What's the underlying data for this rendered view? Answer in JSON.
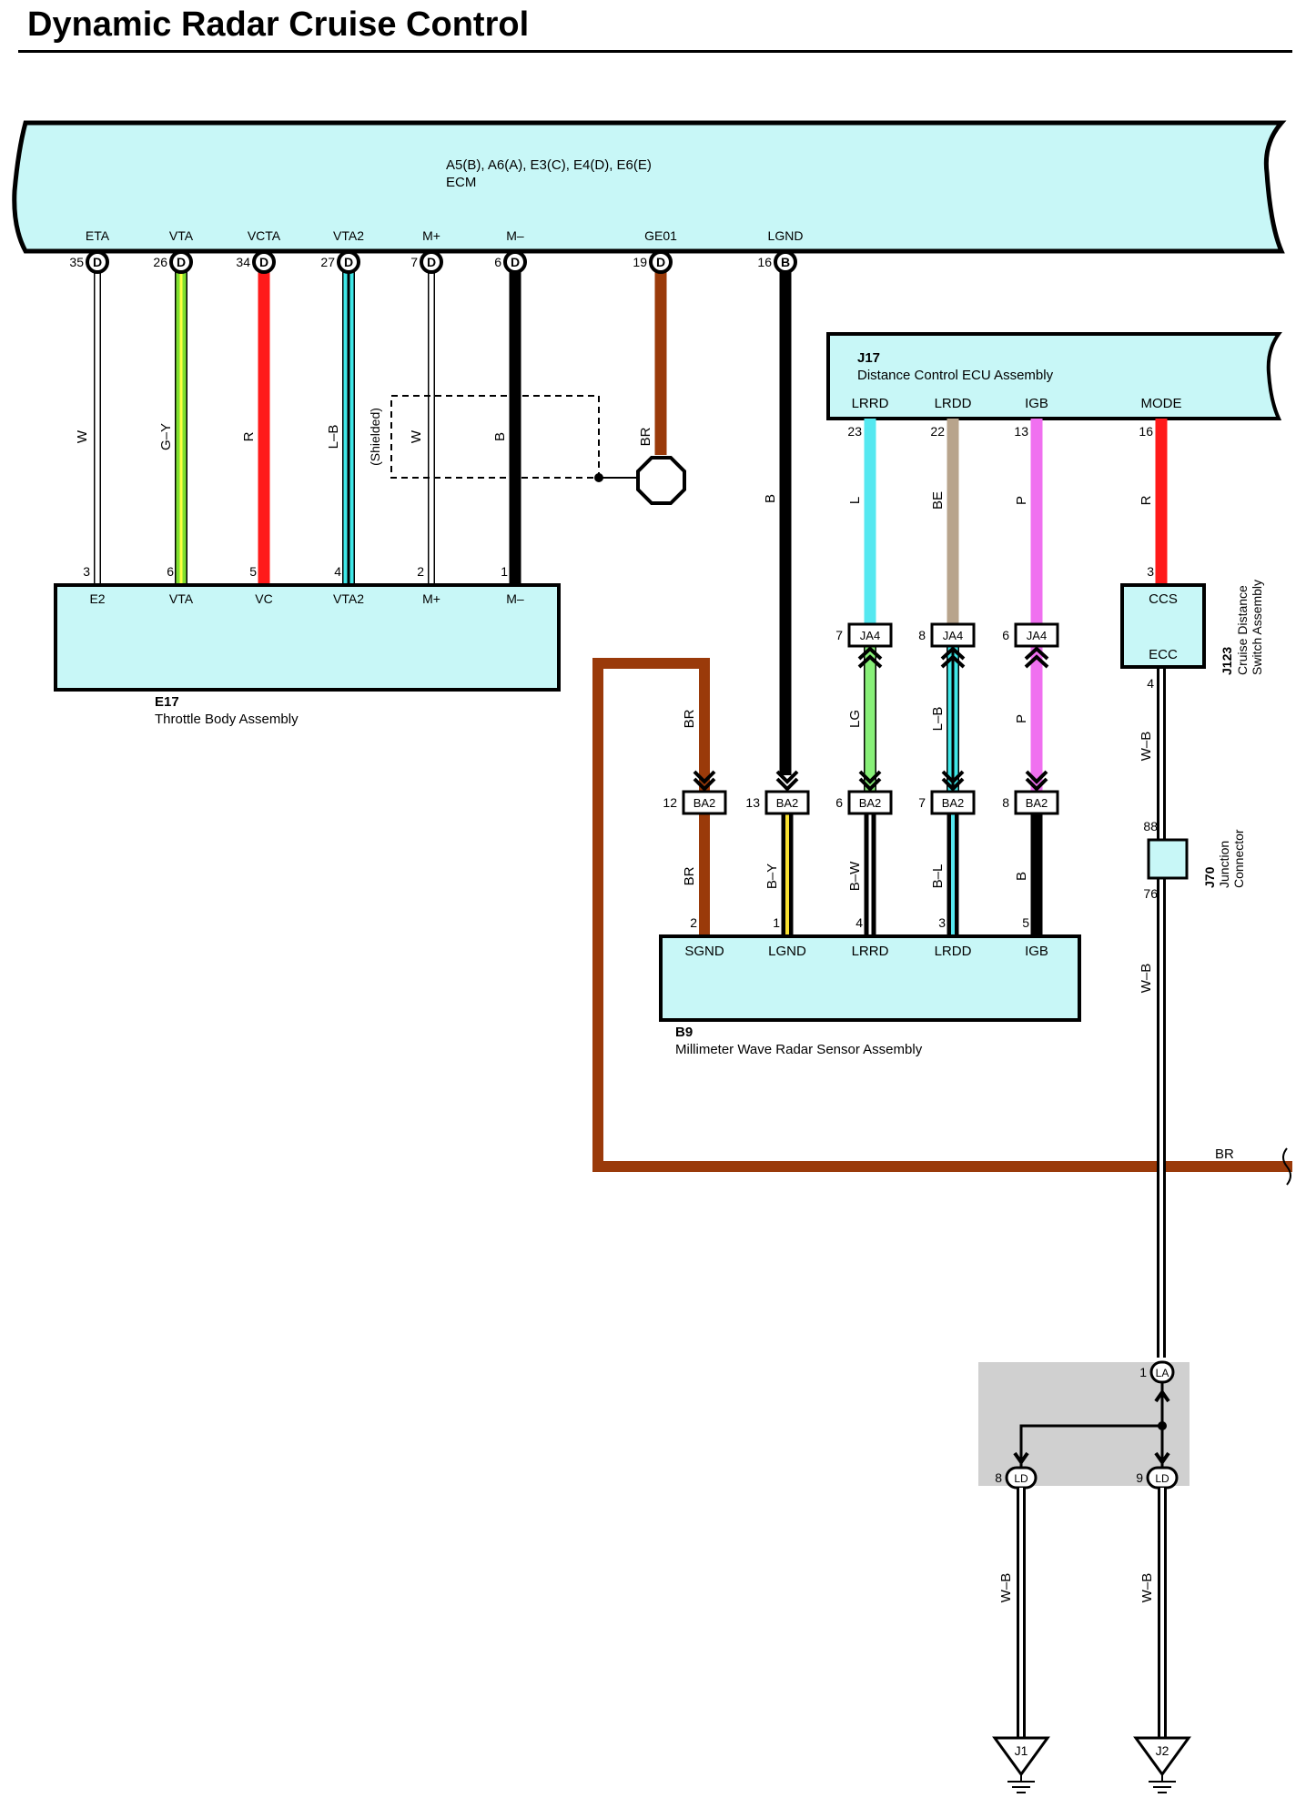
{
  "title": "Dynamic Radar Cruise Control",
  "colors": {
    "component_fill": "#c8f7f7",
    "W": "#ffffff",
    "G-Y": "#7fe030",
    "G-Y_stripe": "#ffff40",
    "R": "#ff1a1a",
    "L-B": "#3fe8e8",
    "B": "#000000",
    "BR": "#9a3a0a",
    "L": "#55e8f0",
    "BE": "#b8a48c",
    "P": "#f070f0",
    "LG": "#88f078",
    "B-Y_stripe": "#f8e030",
    "B-L_stripe": "#55e8f0",
    "junction_shade": "#d0d0d0"
  },
  "ecm": {
    "connectors": "A5(B), A6(A), E3(C), E4(D), E6(E)",
    "name": "ECM",
    "pins": [
      {
        "label": "ETA",
        "num": "35",
        "conn": "D"
      },
      {
        "label": "VTA",
        "num": "26",
        "conn": "D"
      },
      {
        "label": "VCTA",
        "num": "34",
        "conn": "D"
      },
      {
        "label": "VTA2",
        "num": "27",
        "conn": "D"
      },
      {
        "label": "M+",
        "num": "7",
        "conn": "D"
      },
      {
        "label": "M–",
        "num": "6",
        "conn": "D"
      },
      {
        "label": "GE01",
        "num": "19",
        "conn": "D"
      },
      {
        "label": "LGND",
        "num": "16",
        "conn": "B"
      }
    ]
  },
  "throttle": {
    "code": "E17",
    "name": "Throttle Body Assembly",
    "pins": [
      {
        "label": "E2",
        "num": "3"
      },
      {
        "label": "VTA",
        "num": "6"
      },
      {
        "label": "VC",
        "num": "5"
      },
      {
        "label": "VTA2",
        "num": "4"
      },
      {
        "label": "M+",
        "num": "2"
      },
      {
        "label": "M–",
        "num": "1"
      }
    ]
  },
  "ecm_wires": {
    "eta": "W",
    "vta": "G–Y",
    "vcta": "R",
    "vta2": "L–B",
    "shielded": "(Shielded)",
    "mplus": "W",
    "mminus": "B",
    "ge01": "BR",
    "lgnd": "B"
  },
  "dce": {
    "code": "J17",
    "name": "Distance Control ECU Assembly",
    "pins": [
      {
        "label": "LRRD",
        "num": "23"
      },
      {
        "label": "LRDD",
        "num": "22"
      },
      {
        "label": "IGB",
        "num": "13"
      },
      {
        "label": "MODE",
        "num": "16"
      }
    ]
  },
  "dce_wires": {
    "lrrd": "L",
    "lrdd": "BE",
    "igb": "P",
    "mode": "R"
  },
  "ja4": [
    {
      "conn": "JA4",
      "num": "7"
    },
    {
      "conn": "JA4",
      "num": "8"
    },
    {
      "conn": "JA4",
      "num": "6"
    }
  ],
  "mid_wires": {
    "lrrd": "LG",
    "lrdd": "L–B",
    "igb": "P",
    "sgnd": "BR"
  },
  "ba2": [
    {
      "conn": "BA2",
      "num": "12"
    },
    {
      "conn": "BA2",
      "num": "13"
    },
    {
      "conn": "BA2",
      "num": "6"
    },
    {
      "conn": "BA2",
      "num": "7"
    },
    {
      "conn": "BA2",
      "num": "8"
    }
  ],
  "low_wires": {
    "sgnd": "BR",
    "lgnd": "B–Y",
    "lrrd": "B–W",
    "lrdd": "B–L",
    "igb": "B"
  },
  "radar": {
    "code": "B9",
    "name": "Millimeter Wave Radar Sensor Assembly",
    "pins": [
      {
        "label": "SGND",
        "num": "2"
      },
      {
        "label": "LGND",
        "num": "1"
      },
      {
        "label": "LRRD",
        "num": "4"
      },
      {
        "label": "LRDD",
        "num": "3"
      },
      {
        "label": "IGB",
        "num": "5"
      }
    ]
  },
  "switch": {
    "code": "J123",
    "name_line1": "Cruise Distance",
    "name_line2": "Switch Assembly",
    "pin_top_label": "CCS",
    "pin_top_num": "3",
    "pin_bottom_label": "ECC",
    "pin_bottom_num": "4"
  },
  "switch_wires": {
    "upper": "W–B",
    "lower": "W–B"
  },
  "junction": {
    "code": "J70",
    "name_line1": "Junction",
    "name_line2": "Connector",
    "pin_in": "88",
    "pin_out": "76"
  },
  "br_right": "BR",
  "grounds": {
    "la_num": "1",
    "la_conn": "LA",
    "ld_left_num": "8",
    "ld_left_conn": "LD",
    "ld_right_num": "9",
    "ld_right_conn": "LD",
    "wire_left": "W–B",
    "wire_right": "W–B",
    "j1": "J1",
    "j2": "J2"
  }
}
